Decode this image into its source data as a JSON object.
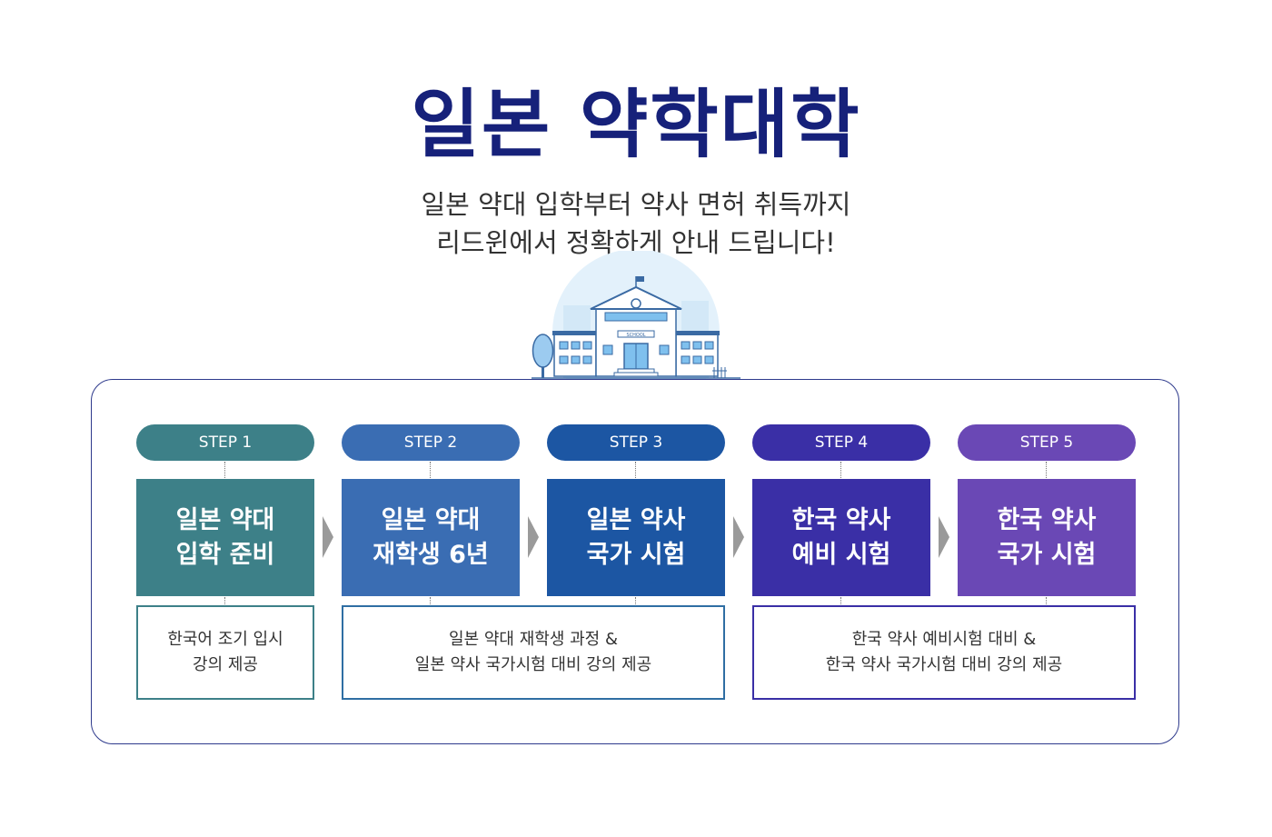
{
  "title": "일본 약학대학",
  "subtitle": [
    "일본 약대 입학부터 약사 면허 취득까지",
    "리드윈에서 정확하게 안내 드립니다!"
  ],
  "illustration": {
    "sign_text": "SCHOOL"
  },
  "steps": [
    {
      "label": "STEP 1",
      "lines": [
        "일본 약대",
        "입학 준비"
      ],
      "color": "#3d8088"
    },
    {
      "label": "STEP 2",
      "lines": [
        "일본 약대",
        "재학생 6년"
      ],
      "color": "#3a6db3"
    },
    {
      "label": "STEP 3",
      "lines": [
        "일본 약사",
        "국가 시험"
      ],
      "color": "#1c56a3"
    },
    {
      "label": "STEP 4",
      "lines": [
        "한국 약사",
        "예비 시험"
      ],
      "color": "#3a2fa6"
    },
    {
      "label": "STEP 5",
      "lines": [
        "한국 약사",
        "국가 시험"
      ],
      "color": "#6a48b5"
    }
  ],
  "descriptions": [
    {
      "lines": [
        "한국어 조기 입시",
        "강의 제공"
      ],
      "border_color": "#3d8088"
    },
    {
      "lines": [
        "일본 약대 재학생 과정 &",
        "일본 약사 국가시험 대비 강의 제공"
      ],
      "border_color": "#2f6ea3"
    },
    {
      "lines": [
        "한국 약사 예비시험 대비 &",
        "한국 약사 국가시험 대비 강의 제공"
      ],
      "border_color": "#3a2fa6"
    }
  ]
}
